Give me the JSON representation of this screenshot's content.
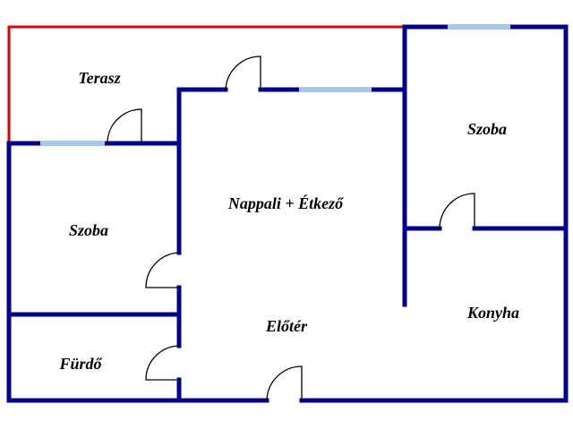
{
  "rooms": {
    "terasz": "Terasz",
    "szoba_right": "Szoba",
    "nappali": "Nappali + Étkező",
    "szoba_left": "Szoba",
    "konyha": "Konyha",
    "eloter": "Előtér",
    "furdo": "Fürdő"
  },
  "colors": {
    "wall": "#00008b",
    "terrace_outline": "#dd0000",
    "window": "#a8c8ea",
    "door": "#000000"
  }
}
